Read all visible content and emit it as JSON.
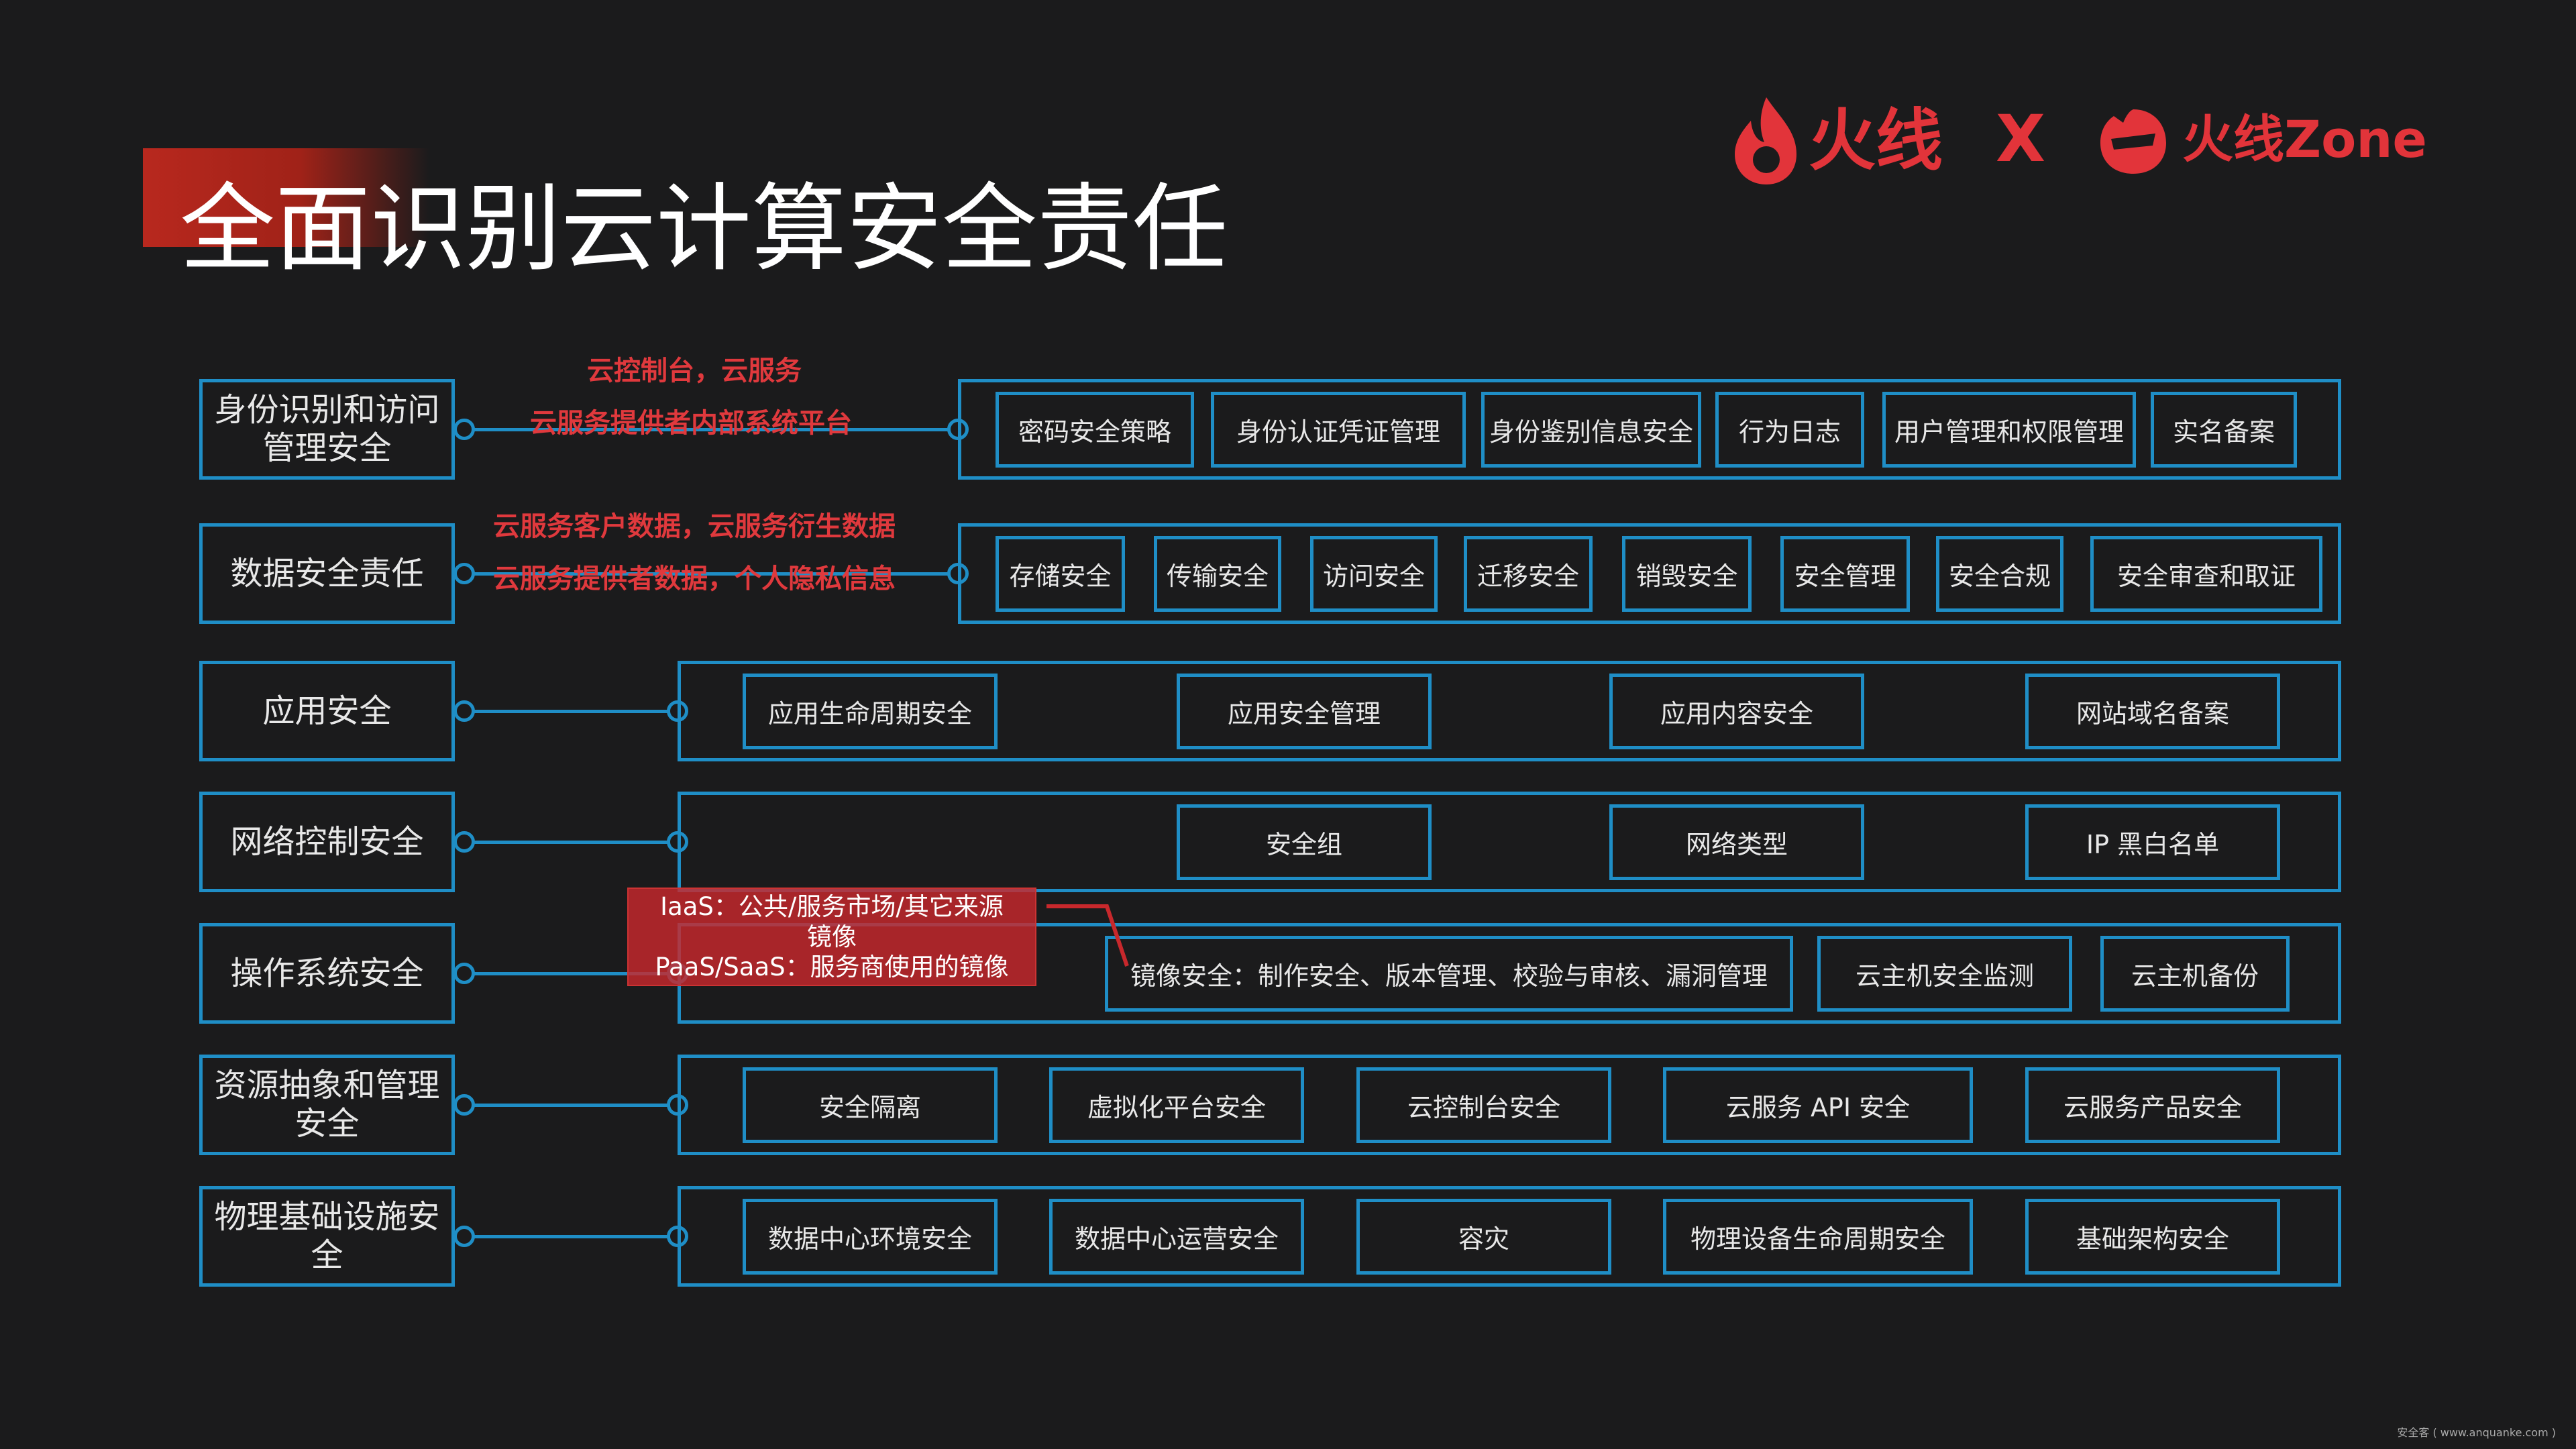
{
  "title": "全面识别云计算安全责任",
  "brand": {
    "logo1_text": "火线",
    "separator": "X",
    "logo2_text": "火线Zone",
    "accent": "#e2343a"
  },
  "colors": {
    "frame": "#1f8ec6",
    "label": "#e0393d",
    "background": "#1b1b1c"
  },
  "connector_labels": {
    "identity_top": "云控制台，云服务",
    "identity_bottom": "云服务提供者内部系统平台",
    "data_top": "云服务客户数据，云服务衍生数据",
    "data_bottom": "云服务提供者数据，个人隐私信息"
  },
  "callout": {
    "line1": "IaaS：公共/服务市场/其它来源",
    "line2": "镜像",
    "line3": "PaaS/SaaS：服务商使用的镜像"
  },
  "rows": [
    {
      "category": "身份识别和访问管理安全",
      "items": [
        "密码安全策略",
        "身份认证凭证管理",
        "身份鉴别信息安全",
        "行为日志",
        "用户管理和权限管理",
        "实名备案"
      ]
    },
    {
      "category": "数据安全责任",
      "items": [
        "存储安全",
        "传输安全",
        "访问安全",
        "迁移安全",
        "销毁安全",
        "安全管理",
        "安全合规",
        "安全审查和取证"
      ]
    },
    {
      "category": "应用安全",
      "items": [
        "应用生命周期安全",
        "应用安全管理",
        "应用内容安全",
        "网站域名备案"
      ]
    },
    {
      "category": "网络控制安全",
      "items": [
        "安全组",
        "网络类型",
        "IP 黑白名单"
      ]
    },
    {
      "category": "操作系统安全",
      "items": [
        "镜像安全：制作安全、版本管理、校验与审核、漏洞管理",
        "云主机安全监测",
        "云主机备份"
      ]
    },
    {
      "category": "资源抽象和管理安全",
      "items": [
        "安全隔离",
        "虚拟化平台安全",
        "云控制台安全",
        "云服务 API 安全",
        "云服务产品安全"
      ]
    },
    {
      "category": "物理基础设施安全",
      "items": [
        "数据中心环境安全",
        "数据中心运营安全",
        "容灾",
        "物理设备生命周期安全",
        "基础架构安全"
      ]
    }
  ],
  "footer": "安全客 ( www.anquanke.com )"
}
